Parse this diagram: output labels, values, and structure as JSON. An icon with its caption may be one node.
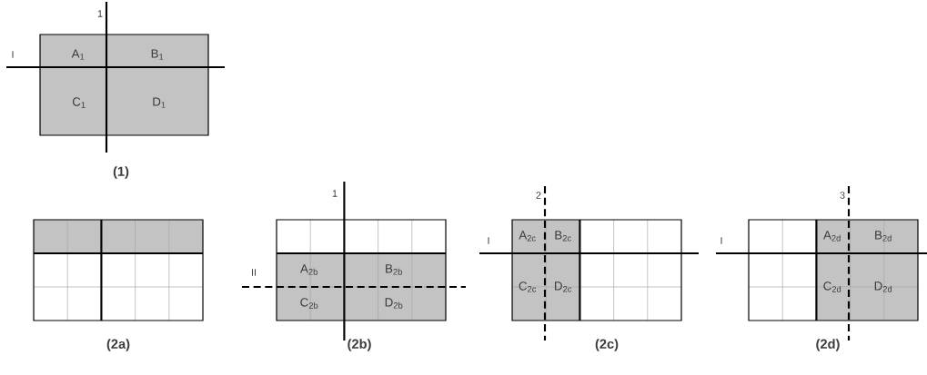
{
  "diagram": {
    "nodes": [
      {
        "text": [
          "A$_{1}$",
          "B$_{1}$",
          "C$_{1}$",
          "D$_{1}$"
        ]
      },
      {
        "text": [],
        "shape": "box"
      },
      {
        "text": [
          "A$_{2b}$",
          "B$_{2b}$",
          "C$_{2b}$",
          "D$_{2b}$"
        ]
      },
      {
        "text": [
          "A$_{2c}$",
          "B$_{2c}$",
          "C$_{2c}$",
          "D$_{2c}$"
        ]
      },
      {
        "text": [
          "A$_{2d}$",
          "B$_{2d}$",
          "C$_{2d}$",
          "D$_{2d}$"
        ]
      }
    ],
    "labels": [
      "1",
      "I",
      "(1)",
      "(2a)",
      "1",
      "II",
      "(2b)",
      "2",
      "I",
      "(2c)",
      "3",
      "I",
      "(2d)"
    ]
  }
}
